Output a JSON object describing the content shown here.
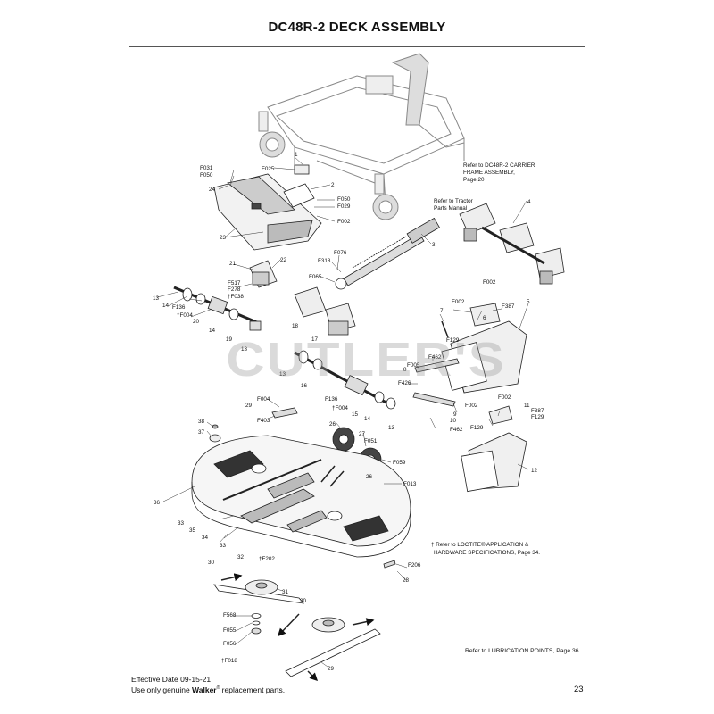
{
  "title": "DC48R-2 DECK ASSEMBLY",
  "watermark": "CUTLER'S",
  "notes": {
    "carrier_frame": [
      "Refer to DC48R-2 CARRIER",
      "FRAME ASSEMBLY,",
      "Page 20"
    ],
    "tractor": [
      "Refer to Tractor",
      "Parts Manual"
    ],
    "loctite": [
      "† Refer to LOCTITE® APPLICATION &",
      "HARDWARE SPECIFICATIONS, Page 34."
    ],
    "lubrication": "Refer to LUBRICATION POINTS, Page 36."
  },
  "footer": {
    "effective_date": "Effective Date 09-15-21",
    "use_only_prefix": "Use only genuine ",
    "brand": "Walker",
    "registered": "®",
    "use_only_suffix": " replacement parts.",
    "page_number": "23"
  },
  "callouts": [
    "F031",
    "F050",
    "F025",
    "1",
    "24",
    "2",
    "F050",
    "F029",
    "F002",
    "23",
    "3",
    "F076",
    "F318",
    "F065",
    "4",
    "21",
    "22",
    "F517",
    "F278",
    "†F038",
    "13",
    "14",
    "F136",
    "†F004",
    "20",
    "14",
    "19",
    "13",
    "18",
    "17",
    "16",
    "13",
    "F136",
    "†F004",
    "15",
    "14",
    "13",
    "F002",
    "6",
    "F002",
    "F387",
    "5",
    "7",
    "F129",
    "F462",
    "F005",
    "8",
    "F426",
    "9",
    "10",
    "F462",
    "F002",
    "11",
    "F387",
    "F129",
    "F002",
    "F129",
    "12",
    "F004",
    "29",
    "F403",
    "38",
    "37",
    "26",
    "27",
    "F051",
    "F059",
    "26",
    "F013",
    "36",
    "33",
    "35",
    "34",
    "33",
    "32",
    "30",
    "†F202",
    "31",
    "F568",
    "F055",
    "F056",
    "†F018",
    "30",
    "29",
    "F206",
    "28"
  ]
}
